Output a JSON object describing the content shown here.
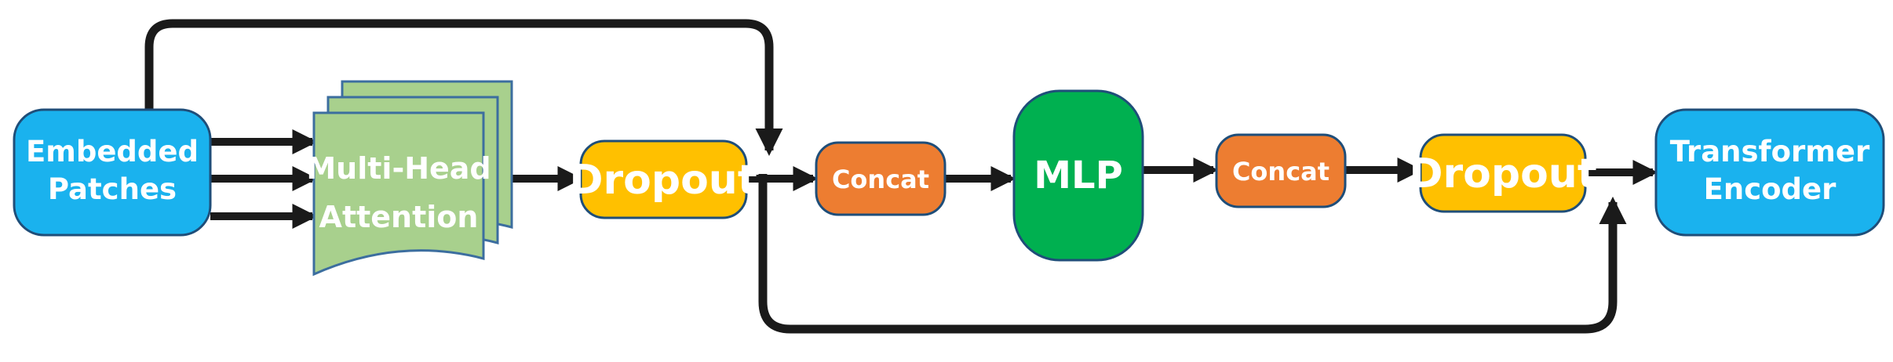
{
  "nodes": {
    "embedded_patches": {
      "line1": "Embedded",
      "line2": "Patches"
    },
    "attention": {
      "line1": "Multi-Head",
      "line2": "Attention"
    },
    "dropout1": {
      "label": "Dropout"
    },
    "concat1": {
      "label": "Concat"
    },
    "mlp": {
      "label": "MLP"
    },
    "concat2": {
      "label": "Concat"
    },
    "dropout2": {
      "label": "Dropout"
    },
    "transformer_encoder": {
      "line1": "Transformer",
      "line2": "Encoder"
    }
  },
  "colors": {
    "blue": "#1ab2ee",
    "green_doc": "#a8d08d",
    "yellow": "#ffc000",
    "orange": "#ed7d31",
    "green": "#00b050",
    "arrow": "#1a1a1a"
  }
}
